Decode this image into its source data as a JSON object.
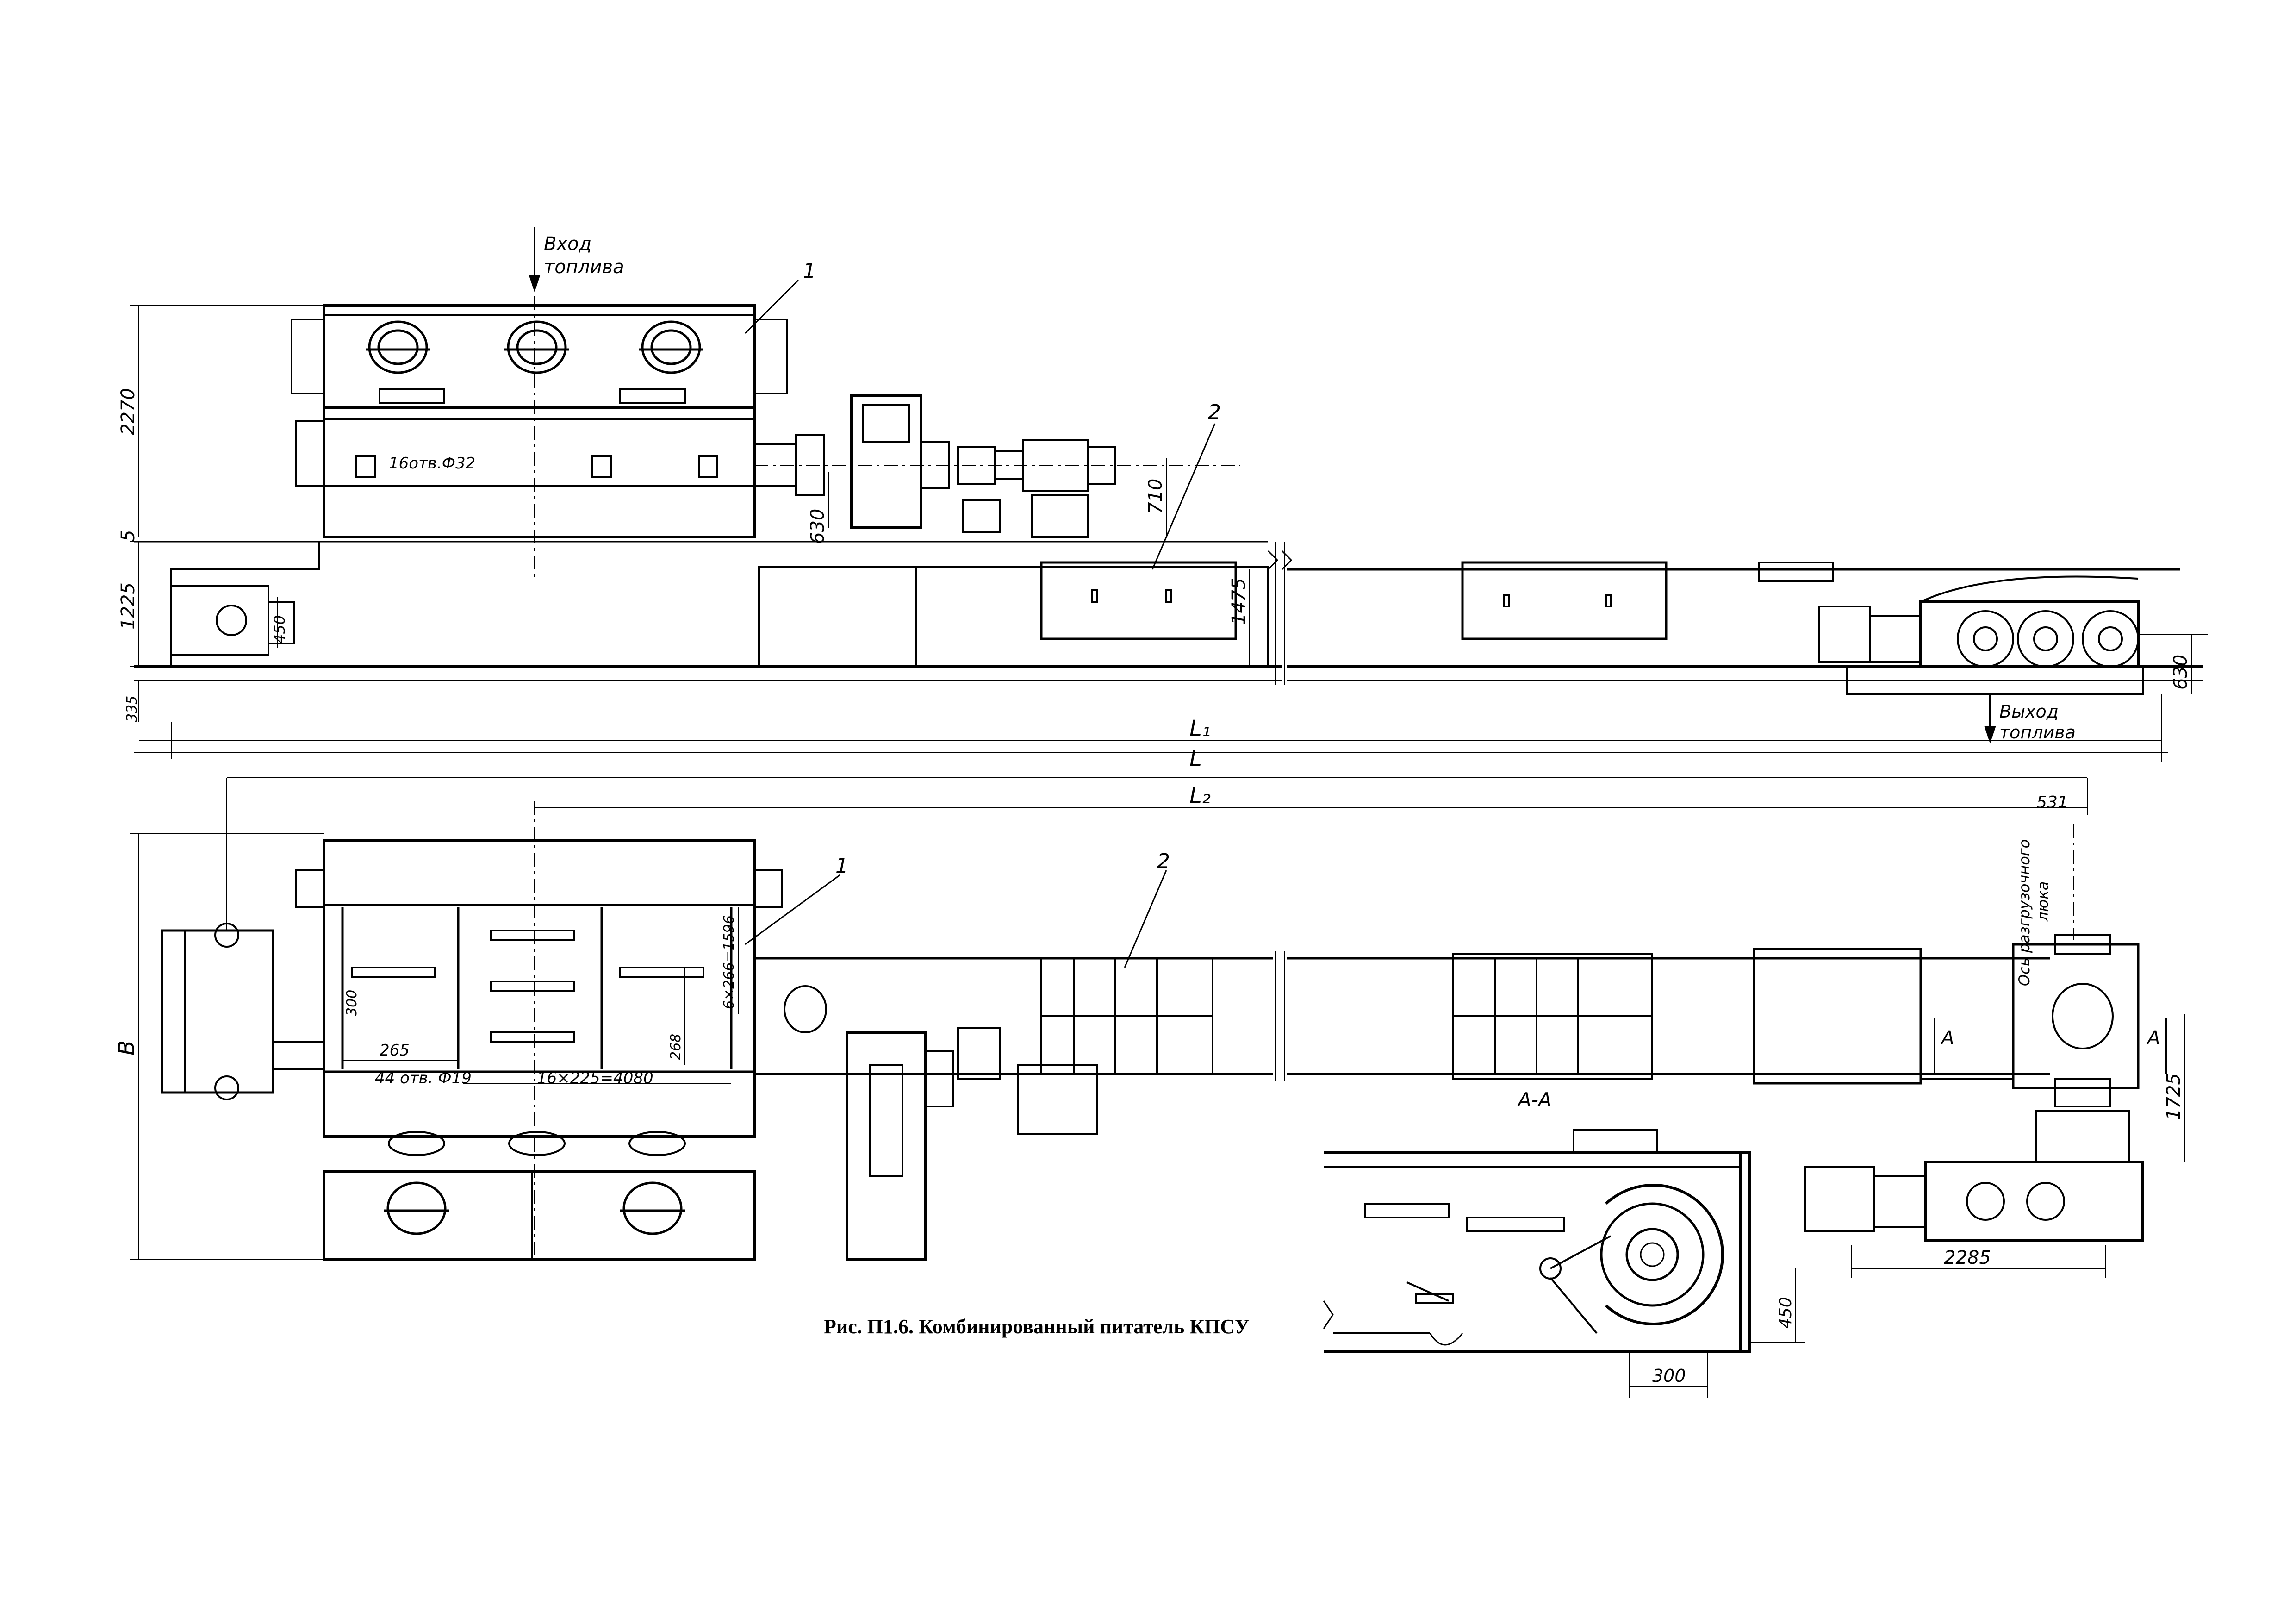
{
  "labels": {
    "inlet_line1": "Вход",
    "inlet_line2": "топлива",
    "outlet_line1": "Выход",
    "outlet_line2": "топлива",
    "axis_line1": "Ось разгрузочного",
    "axis_line2": "люка",
    "holes_top": "16отв.Ф32",
    "holes_plan": "44 отв. Ф19",
    "pitch_plan": "16×225=4080",
    "pitch_side": "6×266=1596",
    "section_mark": "А",
    "section_title": "А-А"
  },
  "callouts": {
    "one_top": "1",
    "two_top": "2",
    "one_plan": "1",
    "two_plan": "2"
  },
  "dims": {
    "d2270": "2270",
    "d5": "5",
    "d1225": "1225",
    "d450_small": "450",
    "d630_left": "630",
    "d710": "710",
    "d1475": "1475",
    "d630_right": "630",
    "d335": "335",
    "L1": "L₁",
    "L": "L",
    "L2": "L₂",
    "d531": "531",
    "B": "B",
    "d300_plan": "300",
    "d265": "265",
    "d268": "268",
    "d1725": "1725",
    "d2285": "2285",
    "d450_sec": "450",
    "d300_sec": "300"
  },
  "caption": "Рис. П1.6. Комбинированный питатель КПСУ"
}
